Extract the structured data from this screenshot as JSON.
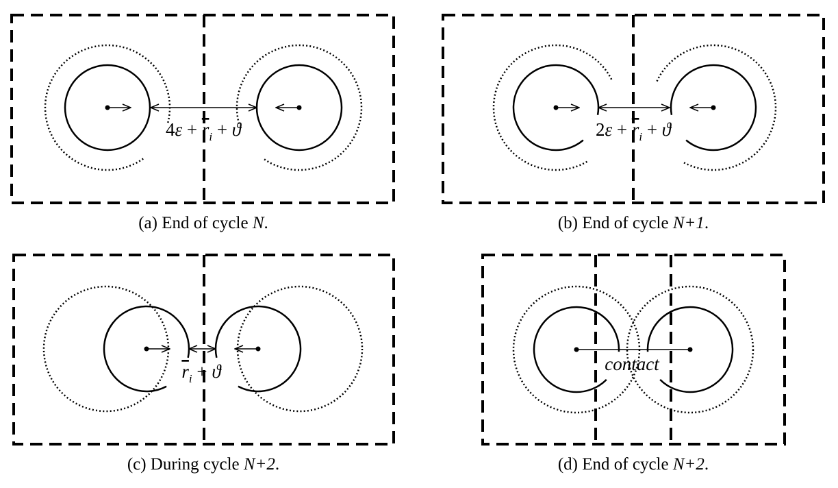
{
  "panels": [
    {
      "id": "a",
      "caption_prefix": "(a) End of cycle ",
      "caption_var": "N",
      "caption_suffix": ".",
      "formula": {
        "coef": "4",
        "eps": "ε",
        "plus1": " + ",
        "r": "r",
        "sub": "i",
        "plus2": " + ",
        "theta": "ϑ"
      }
    },
    {
      "id": "b",
      "caption_prefix": "(b) End of cycle ",
      "caption_var": "N+1",
      "caption_suffix": ".",
      "formula": {
        "coef": "2",
        "eps": "ε",
        "plus1": " + ",
        "r": "r",
        "sub": "i",
        "plus2": " + ",
        "theta": "ϑ"
      }
    },
    {
      "id": "c",
      "caption_prefix": "(c) During cycle ",
      "caption_var": "N+2",
      "caption_suffix": ".",
      "formula": {
        "r": "r",
        "sub": "i",
        "plus2": " + ",
        "theta": "ϑ"
      }
    },
    {
      "id": "d",
      "caption_prefix": "(d) End of cycle ",
      "caption_var": "N+2",
      "caption_suffix": ".",
      "label": "contact"
    }
  ]
}
